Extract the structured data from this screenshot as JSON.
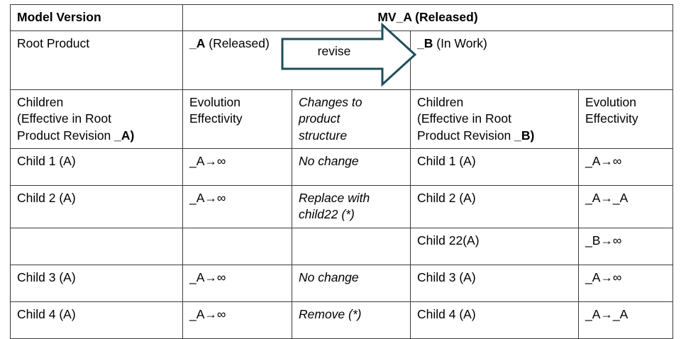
{
  "table": {
    "row_model_version": {
      "label": "Model Version",
      "mv_title": "MV_A (Released)"
    },
    "row_root_product": {
      "label": "Root Product",
      "rev_a_prefix": "_A",
      "rev_a_state": " (Released)",
      "rev_b_prefix": "_B",
      "rev_b_state": " (In Work)"
    },
    "arrow": {
      "label": "revise"
    },
    "column_headers": {
      "children_a_line1": "Children",
      "children_a_line2": "(Effective in Root",
      "children_a_line3_pre": "Product Revision ",
      "children_a_line3_bold": "_A)",
      "evolution_effectivity_left_line1": "Evolution",
      "evolution_effectivity_left_line2": "Effectivity",
      "changes_line1": "Changes to",
      "changes_line2": "product",
      "changes_line3": "structure",
      "children_b_line1": "Children",
      "children_b_line2": "(Effective in Root",
      "children_b_line3_pre": "Product Revision ",
      "children_b_line3_bold": "_B)",
      "evolution_effectivity_right_line1": "Evolution",
      "evolution_effectivity_right_line2": "Effectivity"
    },
    "rows": [
      {
        "shaded": true,
        "child_a": "Child 1 (A)",
        "eff_a": "_A→∞",
        "change": "No change",
        "child_b": "Child 1 (A)",
        "eff_b": "_A→∞"
      },
      {
        "shaded": false,
        "child_a": "Child 2 (A)",
        "eff_a": "_A→∞",
        "change": "Replace with child22 (*)",
        "child_b": "Child 2 (A)",
        "eff_b": "_A→_A"
      },
      {
        "shaded": true,
        "child_a": "",
        "eff_a": "",
        "change": "",
        "child_b": "Child 22(A)",
        "eff_b": "_B→∞"
      },
      {
        "shaded": false,
        "child_a": "Child 3 (A)",
        "eff_a": "_A→∞",
        "change": "No change",
        "child_b": "Child 3 (A)",
        "eff_b": "_A→∞"
      },
      {
        "shaded": true,
        "child_a": "Child 4 (A)",
        "eff_a": "_A→∞",
        "change": "Remove (*)",
        "child_b": "Child 4 (A)",
        "eff_b": "_A→_A"
      }
    ]
  },
  "colors": {
    "shade_green": "#d9ead3",
    "border": "#3b3b3b",
    "arrow_outline": "#1f4e5a",
    "arrow_fill": "#ffffff"
  }
}
